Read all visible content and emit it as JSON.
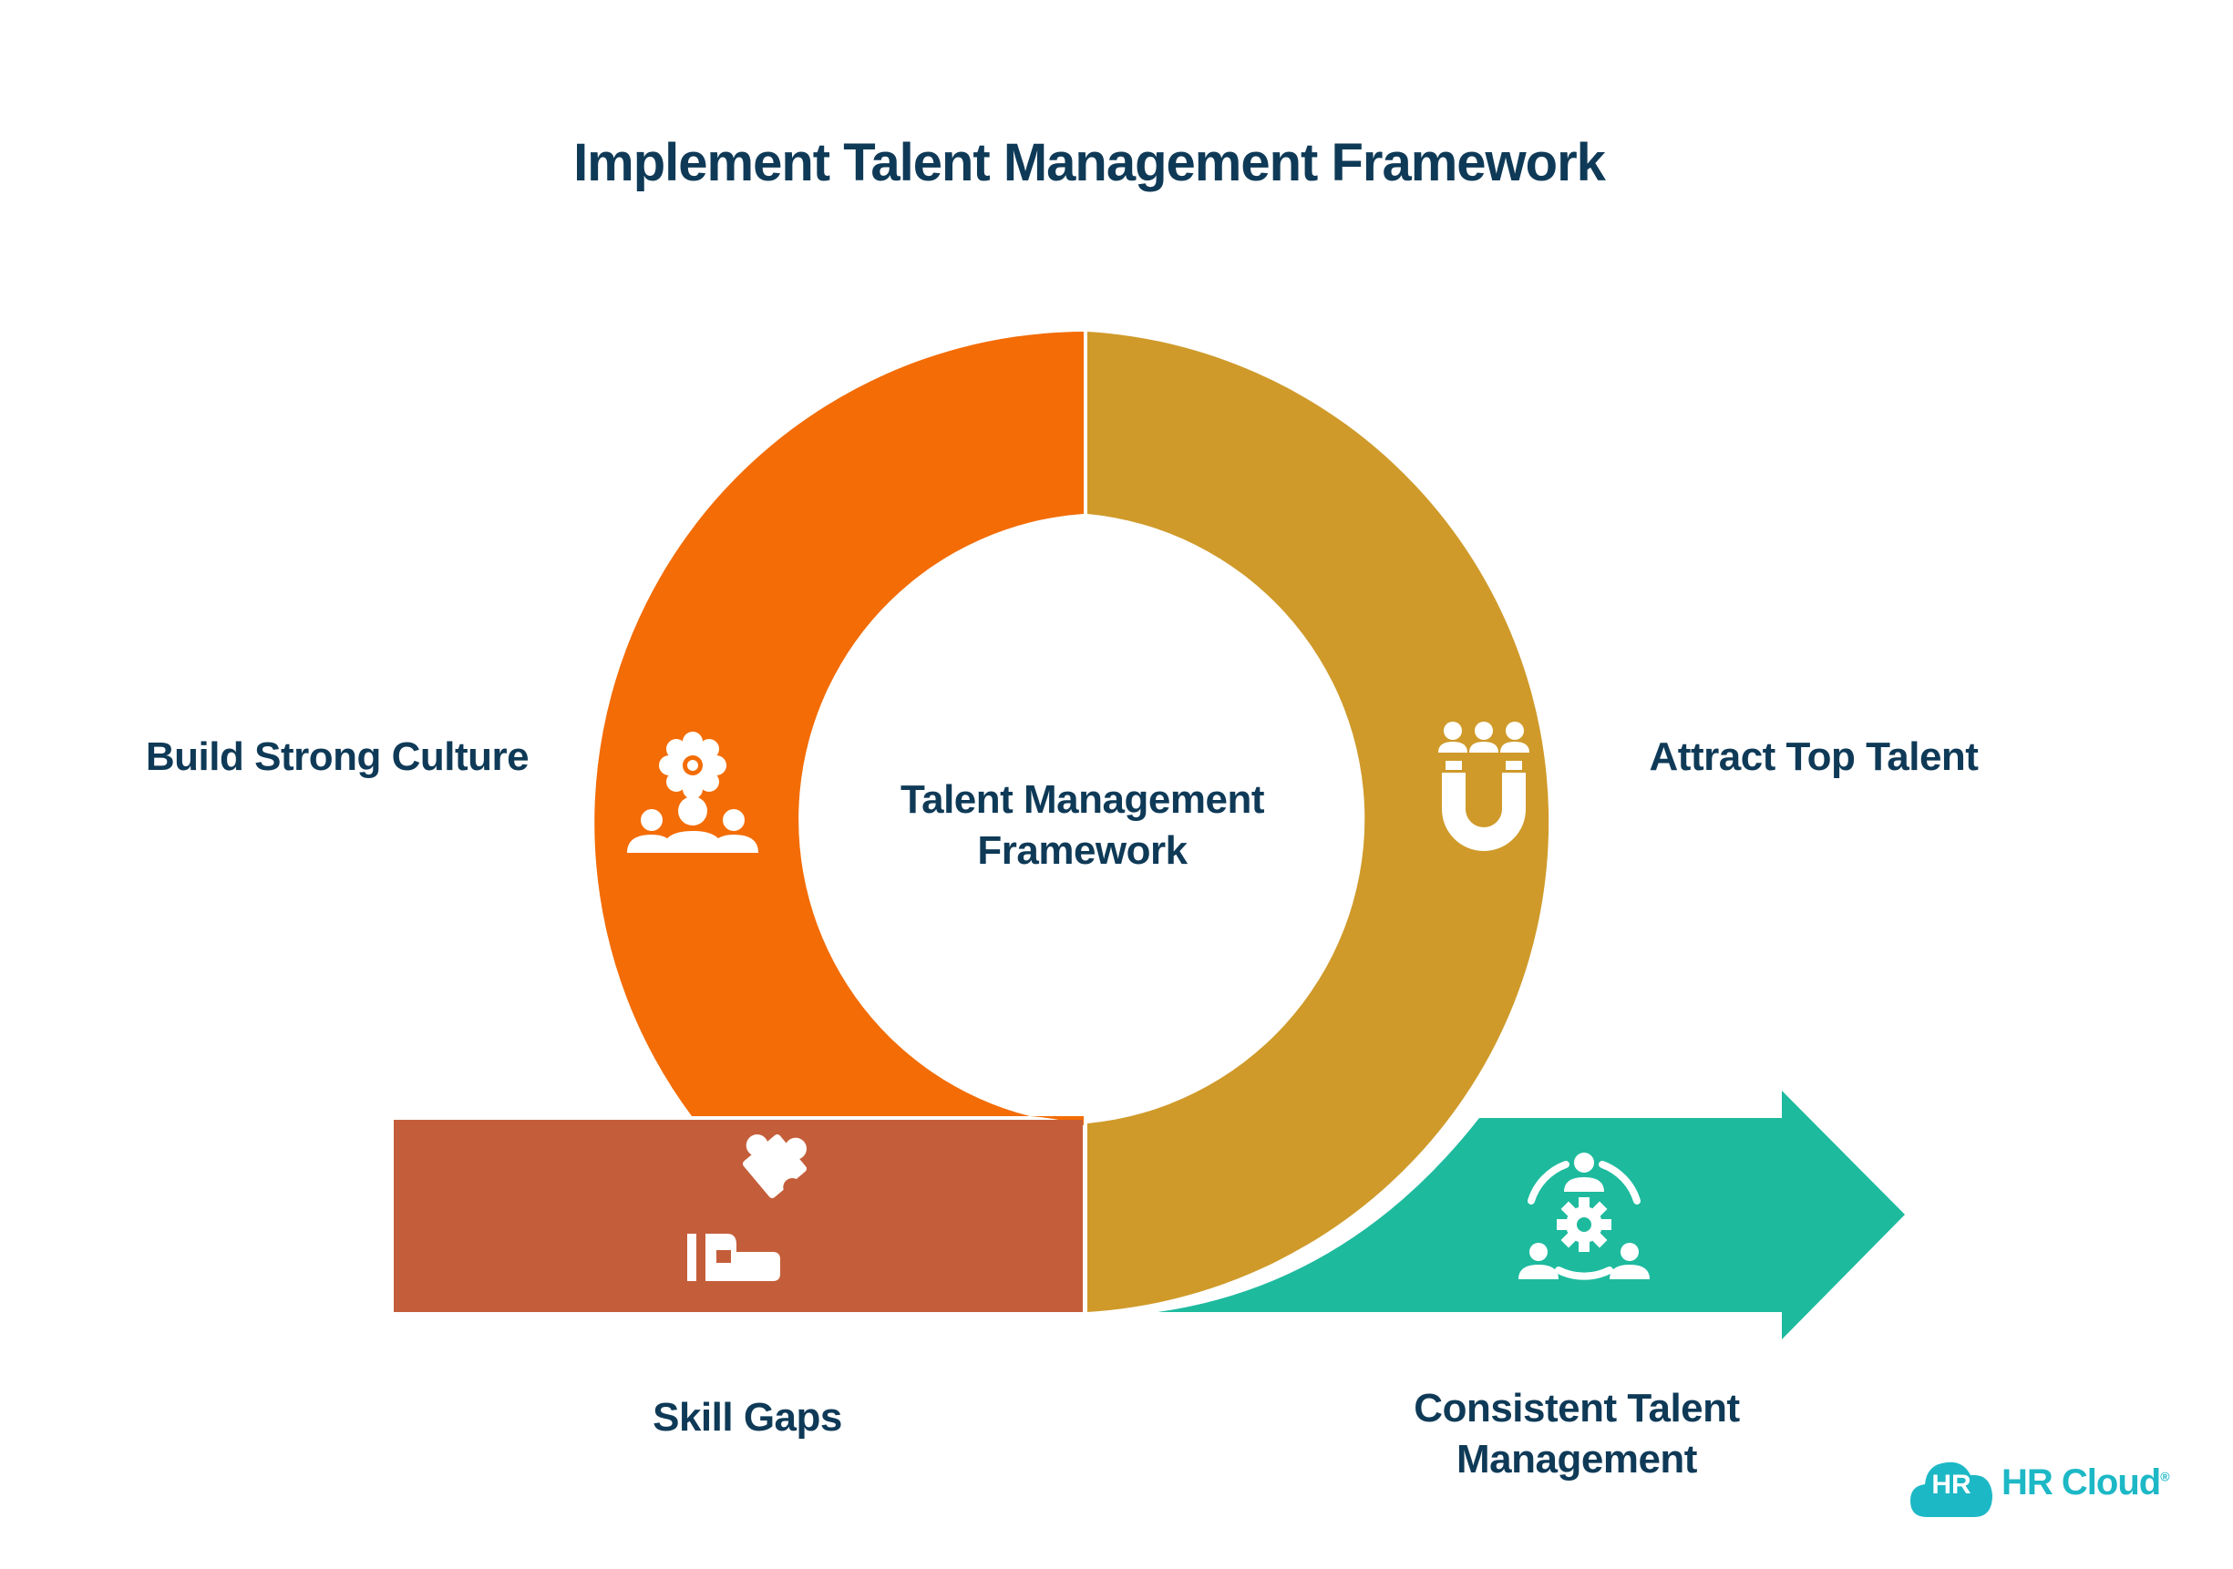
{
  "title": "Implement Talent Management Framework",
  "center": {
    "line1": "Talent Management",
    "line2": "Framework"
  },
  "stages": {
    "culture": {
      "label": "Build Strong Culture",
      "icon": "culture-flower-people-icon"
    },
    "attract": {
      "label": "Attract Top Talent",
      "icon": "magnet-people-icon"
    },
    "skills": {
      "label": "Skill Gaps",
      "icon": "puzzle-hand-icon"
    },
    "consistent": {
      "line1": "Consistent Talent",
      "line2": "Management",
      "icon": "team-gear-cycle-icon"
    }
  },
  "colors": {
    "culture": "#f36c05",
    "attract": "#cf9a2a",
    "skills": "#c45e3a",
    "consistent": "#1dba9e",
    "text": "#0f3a57",
    "logo": "#1db8c6"
  },
  "logo": {
    "badge": "HR",
    "text": "HR Cloud",
    "mark": "®"
  }
}
